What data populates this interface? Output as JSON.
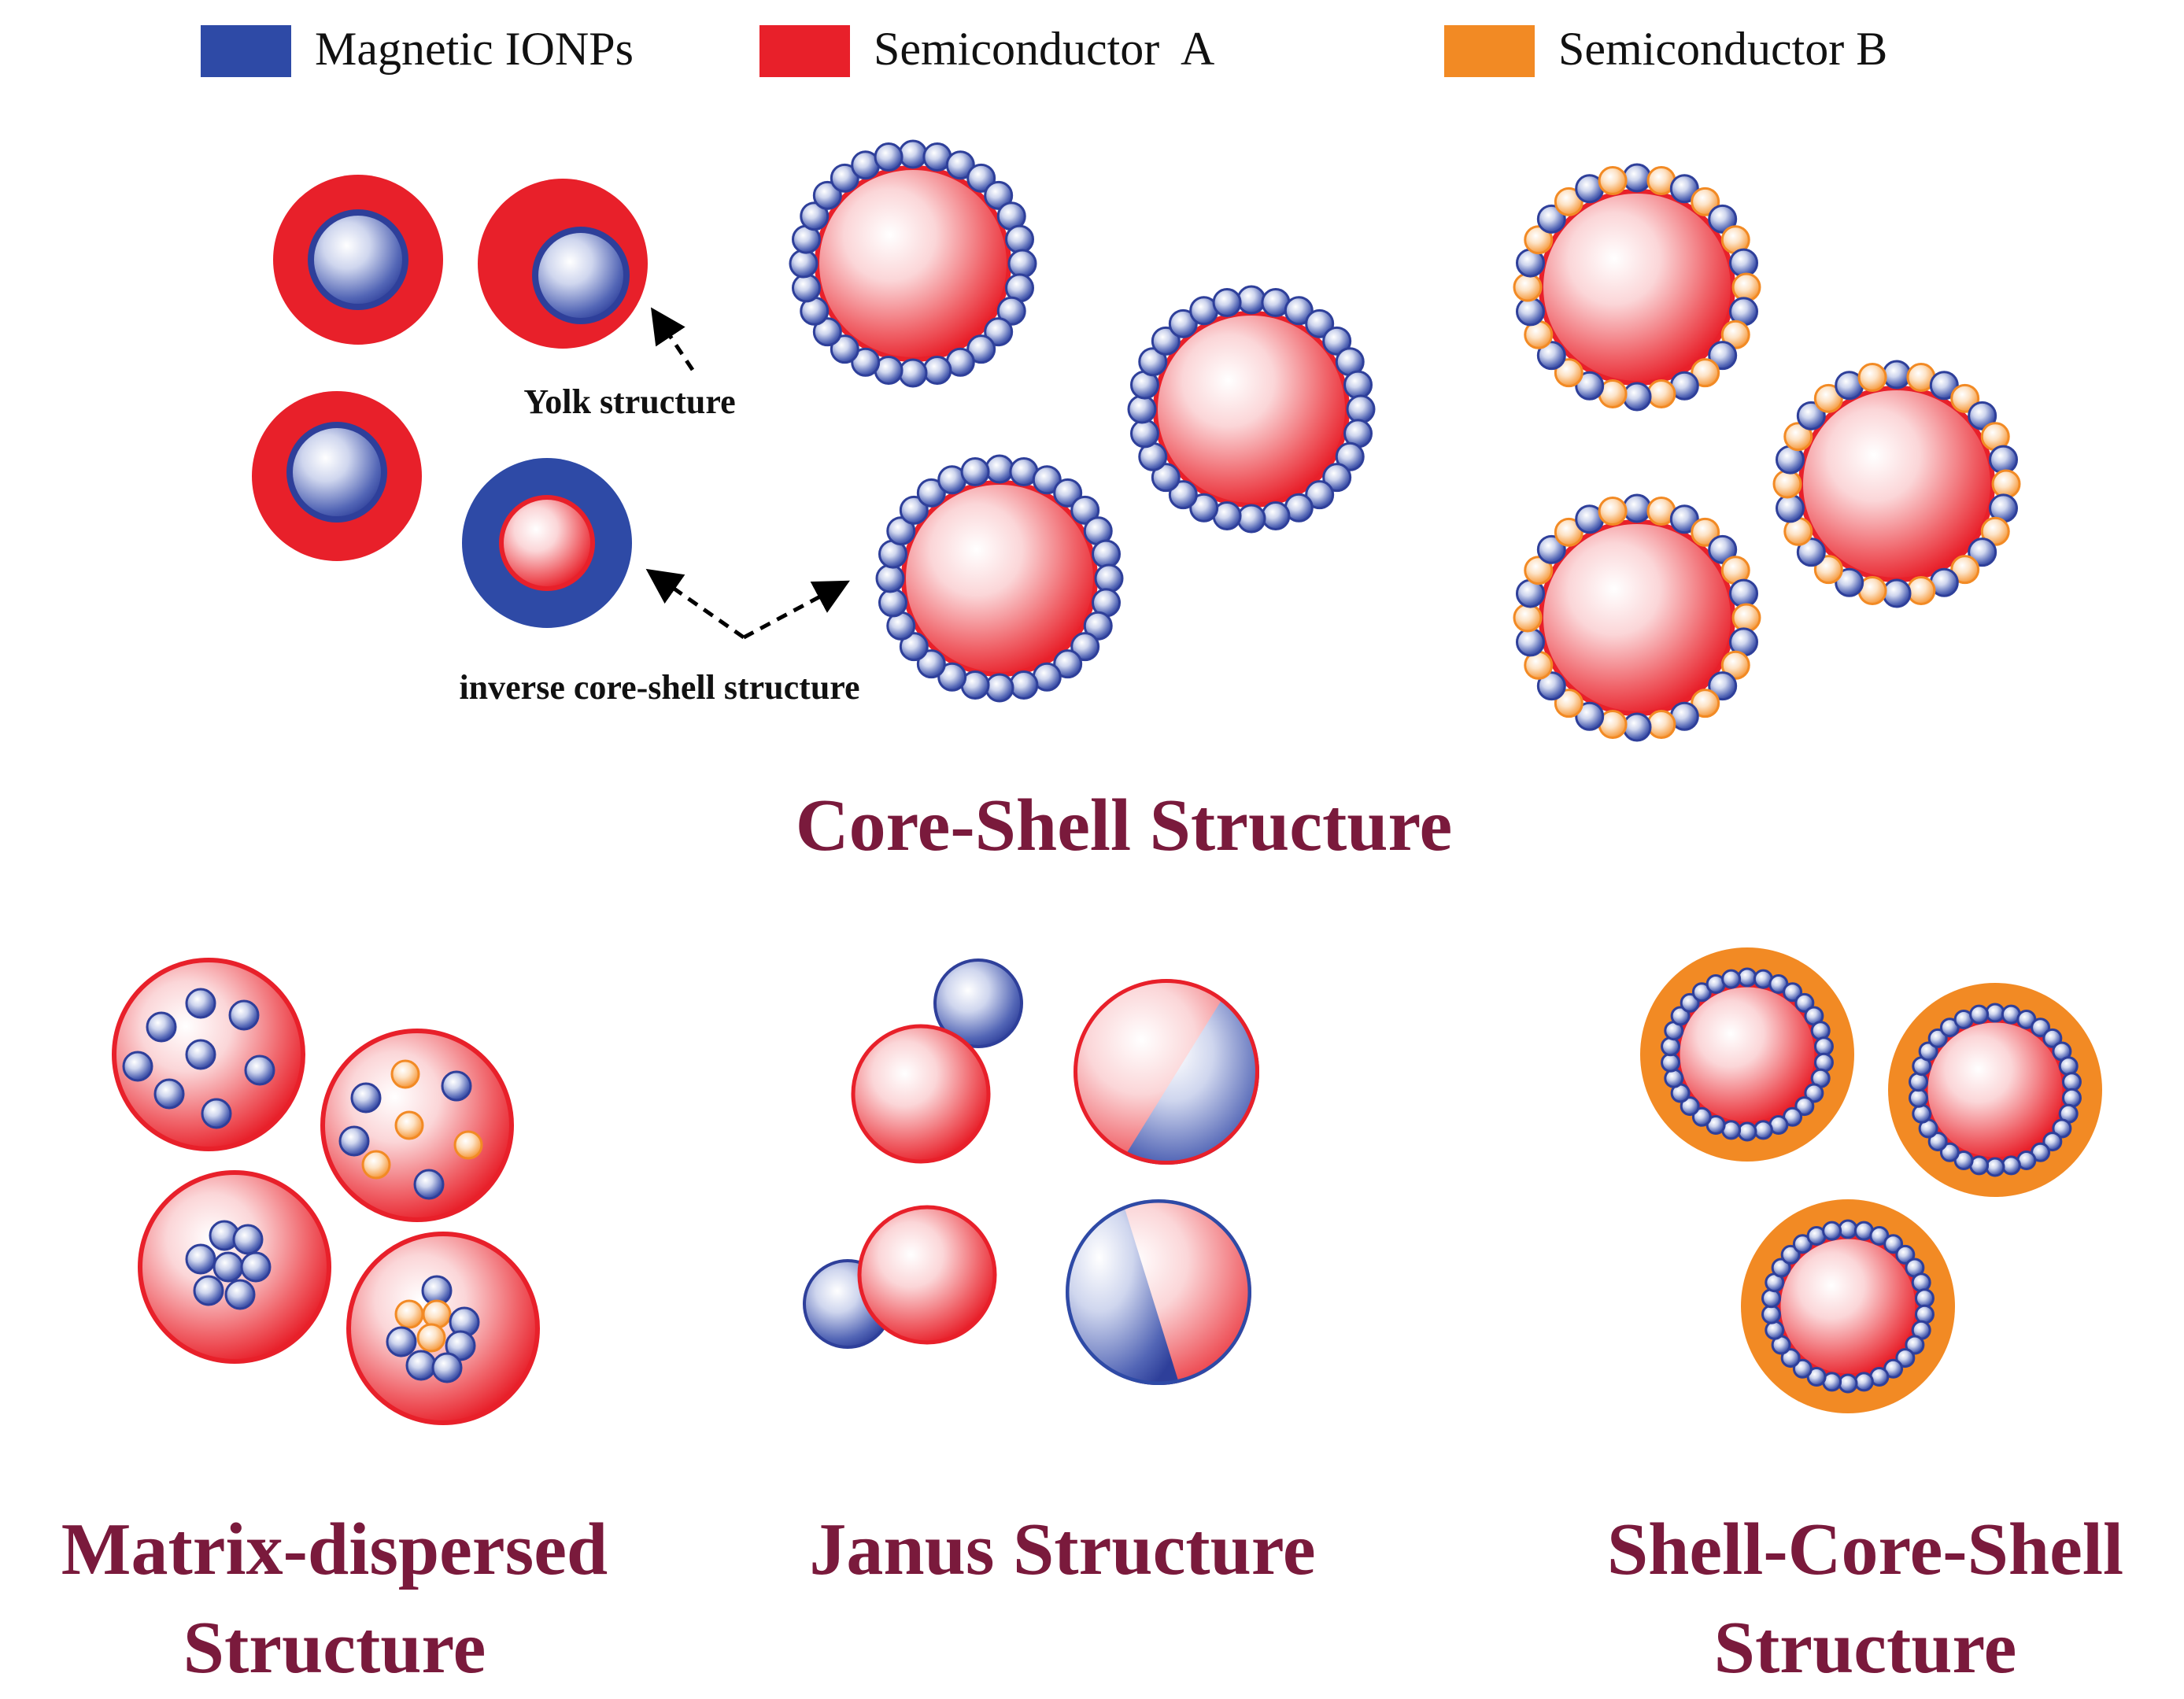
{
  "legend": {
    "items": [
      {
        "label": "Magnetic IONPs",
        "color": "#2e4aa6"
      },
      {
        "label": "Semiconductor  A",
        "color": "#e8202a"
      },
      {
        "label": "Semiconductor B",
        "color": "#f28a24"
      }
    ]
  },
  "annotations": {
    "yolk": "Yolk structure",
    "inverse": "inverse core-shell structure"
  },
  "titles": {
    "core_shell": "Core-Shell Structure",
    "matrix_line1": "Matrix-dispersed",
    "matrix_line2": "Structure",
    "janus": "Janus Structure",
    "shell_core_shell_line1": "Shell-Core-Shell",
    "shell_core_shell_line2": "Structure"
  },
  "colors": {
    "title": "#7a1a3c",
    "magnetic": "#2e4aa6",
    "semiconductor_a": "#e8202a",
    "semiconductor_b": "#f28a24"
  }
}
